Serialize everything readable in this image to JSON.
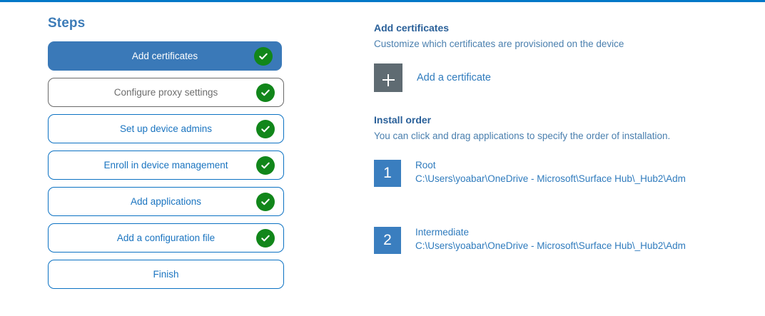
{
  "theme": {
    "accent_bar": "#0078c8",
    "active_step_bg": "#3a79b8",
    "step_border_blue": "#0c72c3",
    "step_border_gray": "#6a6a6a",
    "complete_green": "#11861a",
    "link_blue": "#2f7bbd",
    "heading_blue": "#2a6099",
    "tile_gray": "#5f6b72"
  },
  "steps_panel": {
    "title": "Steps",
    "items": [
      {
        "label": "Add certificates",
        "state": "active",
        "complete": true
      },
      {
        "label": "Configure proxy settings",
        "state": "muted",
        "complete": true
      },
      {
        "label": "Set up device admins",
        "state": "default",
        "complete": true
      },
      {
        "label": "Enroll in device management",
        "state": "default",
        "complete": true
      },
      {
        "label": "Add applications",
        "state": "default",
        "complete": true
      },
      {
        "label": "Add a configuration file",
        "state": "default",
        "complete": true
      },
      {
        "label": "Finish",
        "state": "default",
        "complete": false
      }
    ]
  },
  "detail": {
    "heading": "Add certificates",
    "subheading": "Customize which certificates are provisioned on the device",
    "add_certificate_label": "Add a certificate",
    "add_icon": "plus-icon",
    "install_order": {
      "heading": "Install order",
      "description": "You can click and drag applications to specify the order of installation.",
      "items": [
        {
          "number": "1",
          "name": "Root",
          "path": "C:\\Users\\yoabar\\OneDrive - Microsoft\\Surface Hub\\_Hub2\\Adm"
        },
        {
          "number": "2",
          "name": "Intermediate",
          "path": "C:\\Users\\yoabar\\OneDrive - Microsoft\\Surface Hub\\_Hub2\\Adm"
        }
      ]
    }
  }
}
